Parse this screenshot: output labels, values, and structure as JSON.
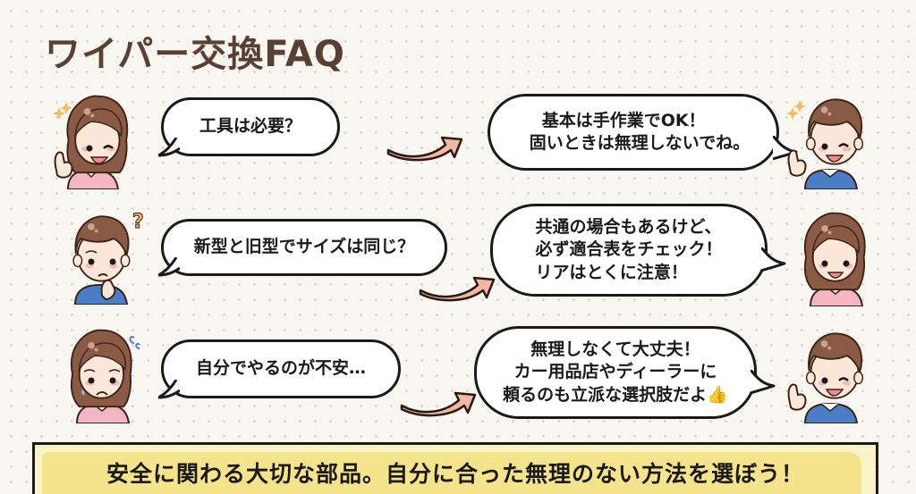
{
  "title": "ワイパー交換FAQ",
  "colors": {
    "title": "#5a4034",
    "background": "#f8f6f0",
    "arrow_fill": "#f3b8a3",
    "footer_highlight": "#f6e48c",
    "shirt_pink": "#f4b6c2",
    "shirt_blue": "#4a7fc8",
    "hair": "#8a5a44",
    "sparkle": "#f0c060"
  },
  "faq": [
    {
      "question": {
        "speaker": "woman-winking-thumbs-up",
        "decoration": "sparkle-icon",
        "lines": [
          "工具は必要？"
        ]
      },
      "answer": {
        "speaker": "man-winking-thumbs-up",
        "decoration": "sparkle-icon",
        "lines": [
          "基本は手作業でOK！",
          "固いときは無理しないでね。"
        ]
      }
    },
    {
      "question": {
        "speaker": "man-thinking",
        "decoration": "question-mark-icon",
        "lines": [
          "新型と旧型でサイズは同じ？"
        ]
      },
      "answer": {
        "speaker": "woman-smiling",
        "decoration": "",
        "lines": [
          "共通の場合もあるけど、",
          "必ず適合表をチェック！",
          "リアはとくに注意！"
        ]
      }
    },
    {
      "question": {
        "speaker": "woman-worried",
        "decoration": "sweat-drops-icon",
        "lines": [
          "自分でやるのが不安…"
        ]
      },
      "answer": {
        "speaker": "man-winking-thumbs-up",
        "decoration": "",
        "lines": [
          "無理しなくて大丈夫！",
          "カー用品店やディーラーに",
          "頼るのも立派な選択肢だよ👍"
        ]
      }
    }
  ],
  "footer": {
    "text": "安全に関わる大切な部品。自分に合った無理のない方法を選ぼう！"
  }
}
